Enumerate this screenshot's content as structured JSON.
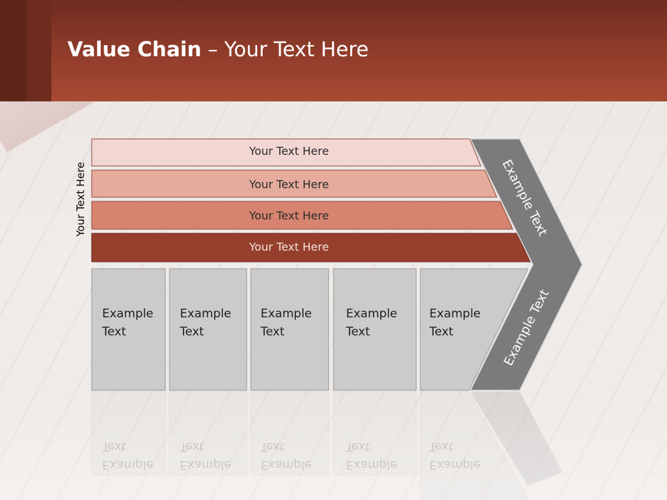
{
  "title": {
    "bold": "Value Chain",
    "rest": " – Your Text Here"
  },
  "side_label": "Your Text Here",
  "rows": [
    {
      "label": "Your Text Here",
      "color": "#f2d6d2"
    },
    {
      "label": "Your Text Here",
      "color": "#e5ab9c"
    },
    {
      "label": "Your Text Here",
      "color": "#d6836f"
    },
    {
      "label": "Your Text Here",
      "color": "#963f2d"
    }
  ],
  "columns": [
    {
      "line1": "Example",
      "line2": "Text"
    },
    {
      "line1": "Example",
      "line2": "Text"
    },
    {
      "line1": "Example",
      "line2": "Text"
    },
    {
      "line1": "Example",
      "line2": "Text"
    },
    {
      "line1": "Example",
      "line2": "Text"
    }
  ],
  "chevron": {
    "upper": "Example Text",
    "lower": "Example Text",
    "color": "#7b7b7b"
  },
  "colors": {
    "header": "#9c4330",
    "column_fill": "#cbcbcb"
  }
}
